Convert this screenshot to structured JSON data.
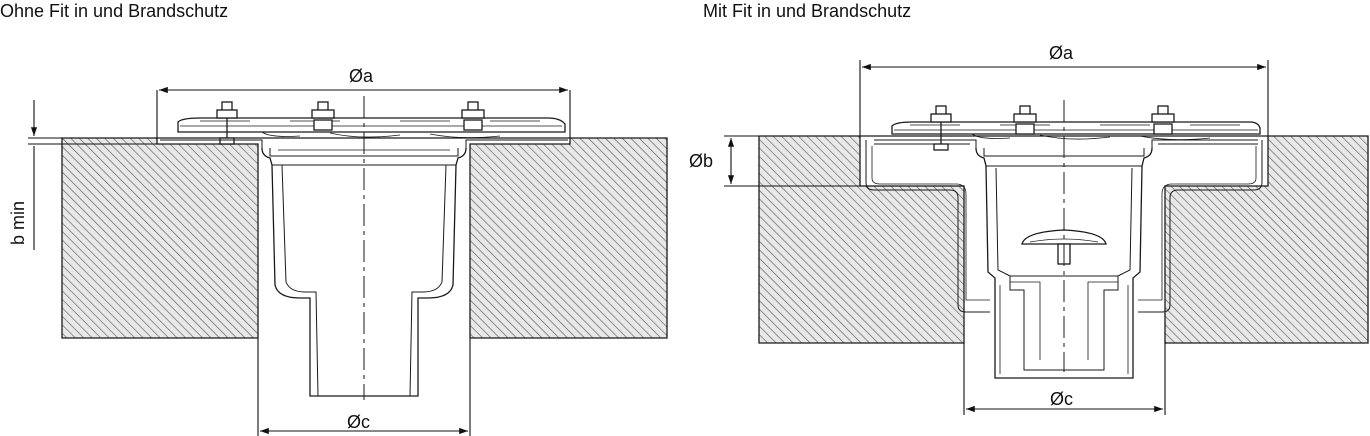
{
  "panels": {
    "left": {
      "title": "Ohne Fit in und Brandschutz",
      "dim_a": "Øa",
      "dim_b": "b min",
      "dim_c": "Øc"
    },
    "right": {
      "title": "Mit Fit in und Brandschutz",
      "dim_a": "Øa",
      "dim_b": "Øb",
      "dim_c": "Øc"
    }
  },
  "colors": {
    "line": "#1a1a1a",
    "concrete_fill": "#e6e6e6",
    "hatch": "#555555"
  }
}
